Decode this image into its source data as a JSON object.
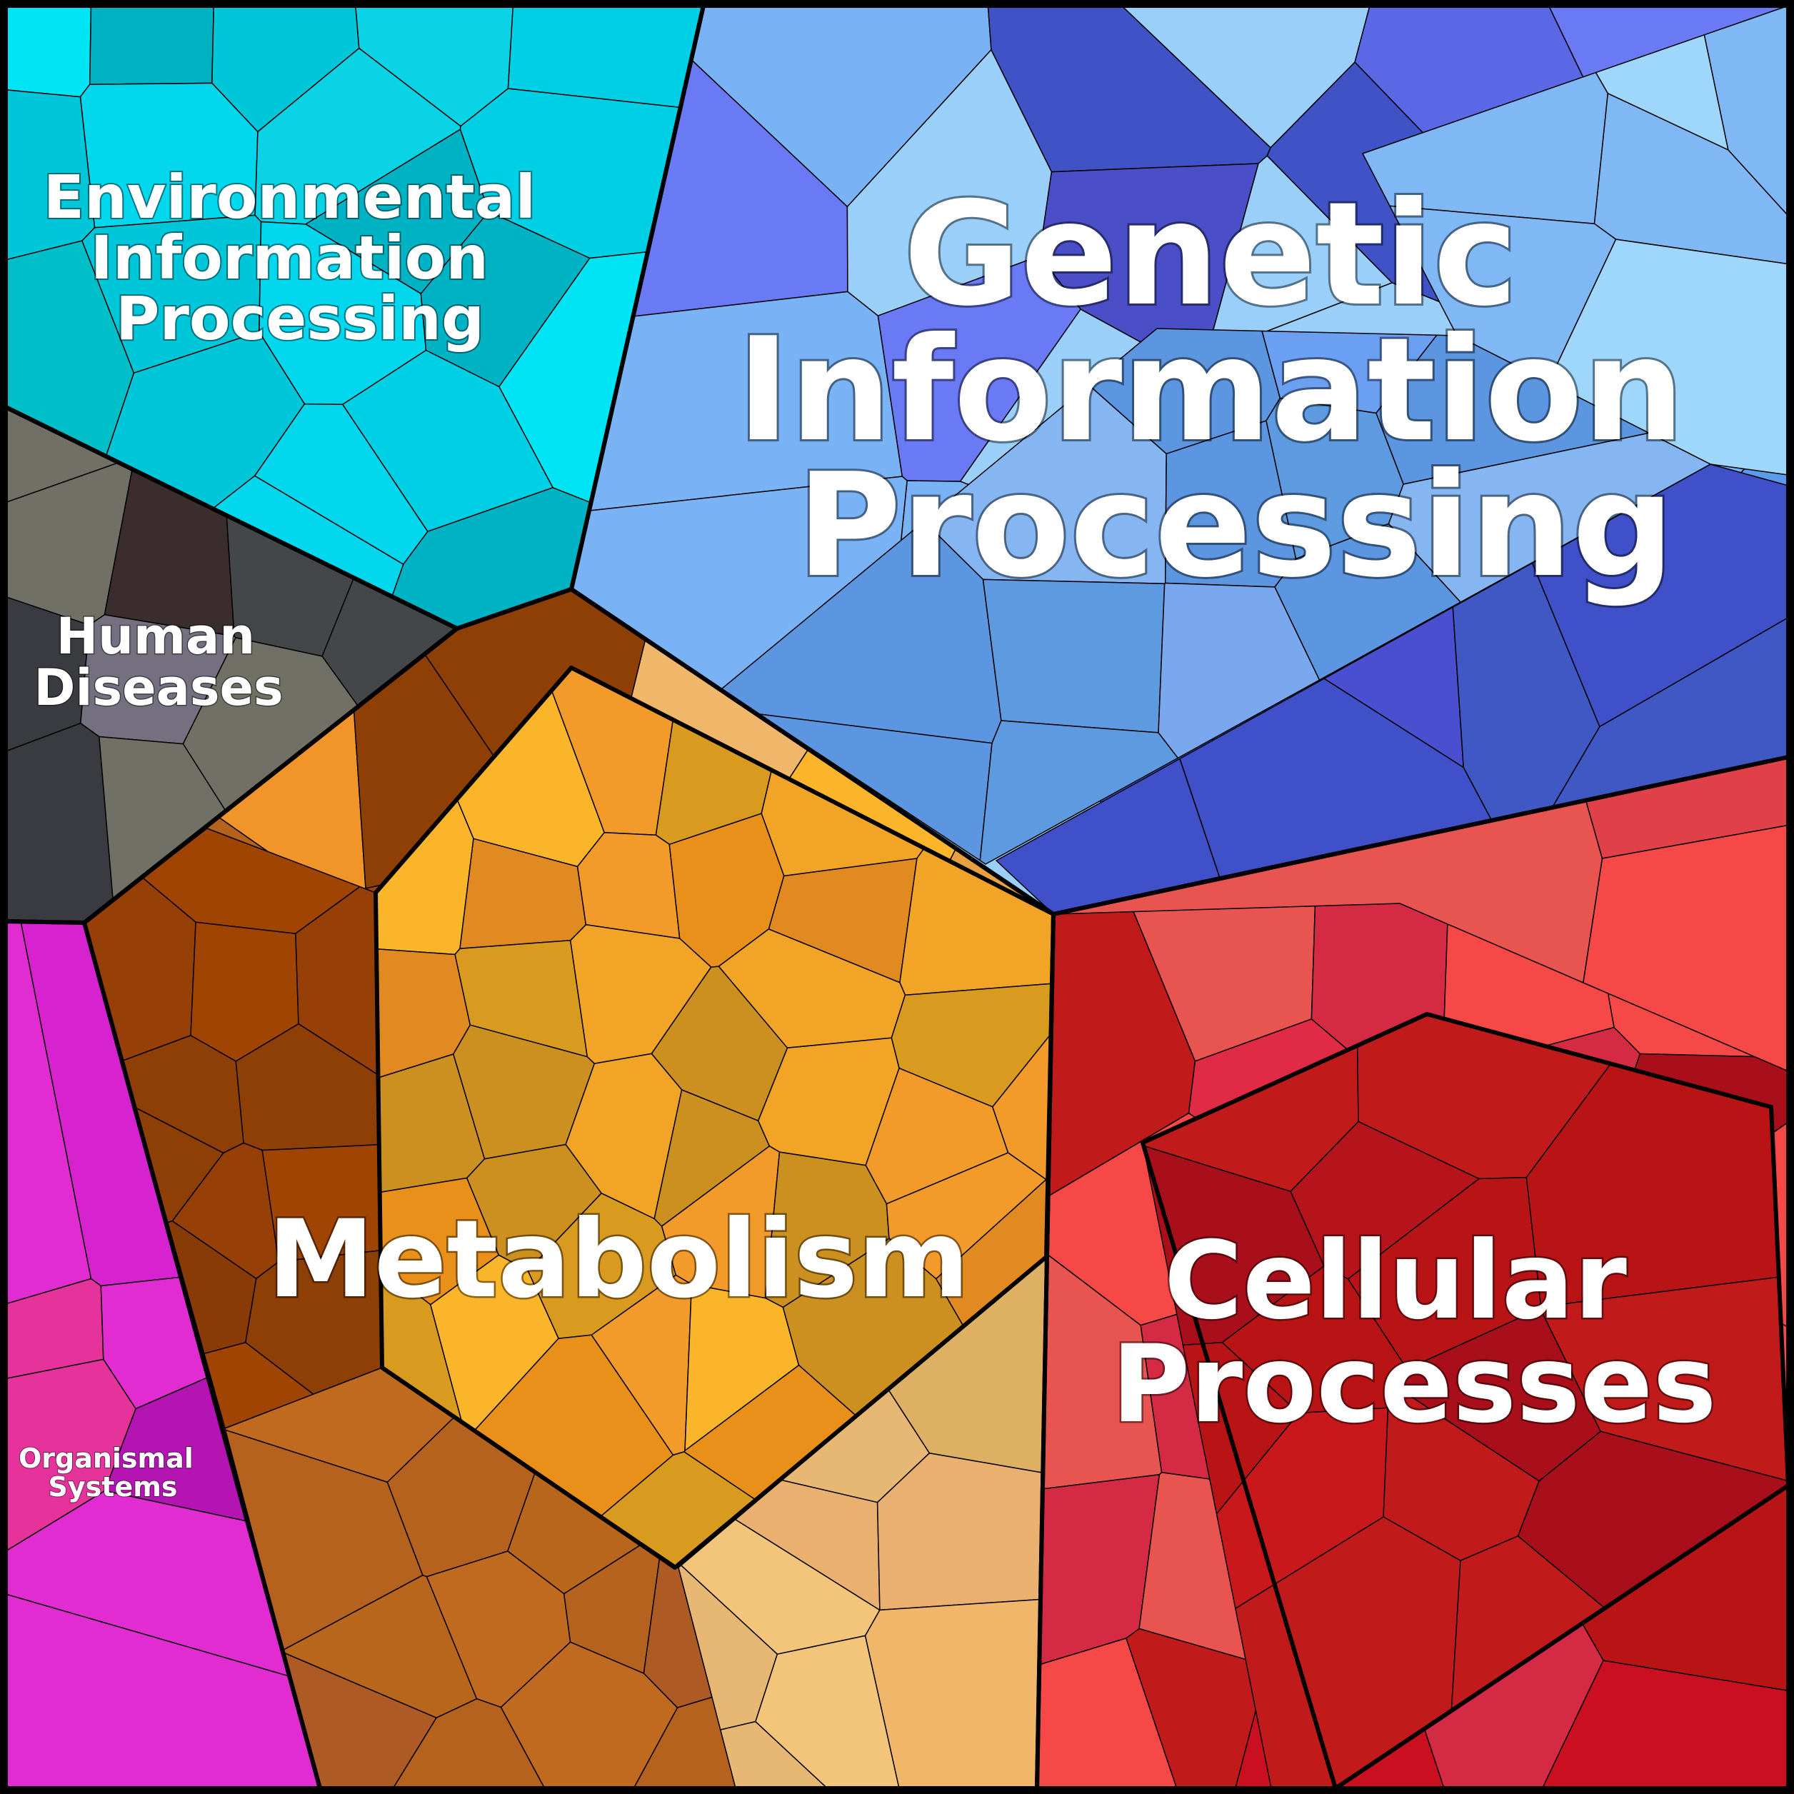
{
  "regions": [
    {
      "id": "environmental",
      "lines": [
        "Environmental",
        "Information",
        "Processing"
      ],
      "colors": [
        "#00b3c4",
        "#00c6d9",
        "#03d7ee",
        "#00e5f5",
        "#0ad3e6",
        "#00bfc9",
        "#00d0e5"
      ]
    },
    {
      "id": "genetic",
      "lines": [
        "Genetic",
        "Information",
        "Processing"
      ],
      "colors": [
        "#5a68e6",
        "#4f66e0",
        "#6a7af5",
        "#4a7ae8",
        "#5b9bea",
        "#7ab3f5",
        "#99cff8",
        "#4a4fc8",
        "#3f52c6",
        "#6a90f2"
      ]
    },
    {
      "id": "human_diseases",
      "lines": [
        "Human",
        "Diseases"
      ],
      "colors": [
        "#3b2d2d",
        "#3a3b40",
        "#44474a",
        "#707066",
        "#75707f"
      ]
    },
    {
      "id": "metabolism",
      "lines": [
        "Metabolism"
      ],
      "colors": [
        "#d38b3d",
        "#e9a040",
        "#fbb52a",
        "#e8901a",
        "#d99a20",
        "#f1942a",
        "#cc9020",
        "#8e3f05",
        "#a04404",
        "#b5621e",
        "#f0b76a",
        "#e6b873"
      ]
    },
    {
      "id": "cellular",
      "lines": [
        "Cellular",
        "Processes"
      ],
      "colors": [
        "#e8544f",
        "#f64846",
        "#d42a44",
        "#b81415",
        "#c01a1a",
        "#a90f1a",
        "#e02a46",
        "#ca1020"
      ]
    },
    {
      "id": "organismal",
      "lines": [
        "Organismal",
        "Systems"
      ],
      "colors": [
        "#d622cf",
        "#b314b2",
        "#f53a9d",
        "#e5339b",
        "#c72fd5",
        "#e02cd1",
        "#b8259e"
      ]
    }
  ]
}
